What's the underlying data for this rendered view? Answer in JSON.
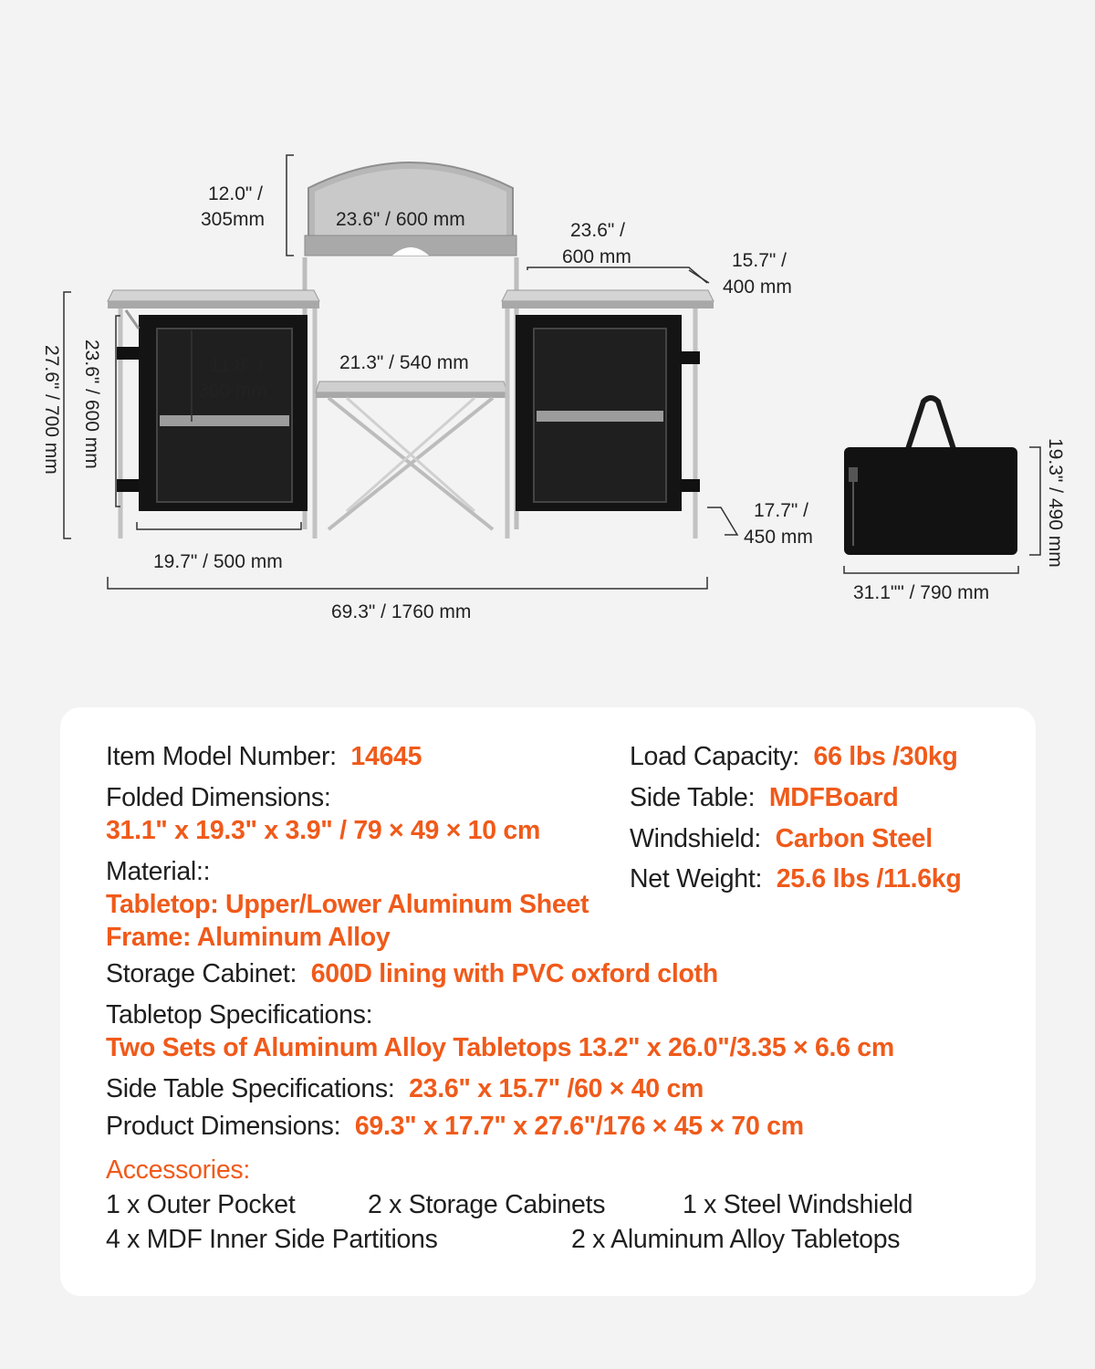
{
  "diagram": {
    "windshield_height": [
      "12.0\" /",
      "305mm"
    ],
    "windshield_width": "23.6\" / 600 mm",
    "side_table_width": [
      "23.6\" /",
      "600 mm"
    ],
    "side_table_depth": [
      "15.7\" /",
      "400 mm"
    ],
    "total_height": "27.6\" / 700 mm",
    "cabinet_height": "23.6\" / 600 mm",
    "shelf_height": [
      "11.8\" /",
      "300 mm"
    ],
    "center_table_width": "21.3\" / 540 mm",
    "cabinet_width": "19.7\" / 500 mm",
    "depth": [
      "17.7\" /",
      "450 mm"
    ],
    "total_width": "69.3\" / 1760 mm",
    "bag_width": "31.1\"\" / 790 mm",
    "bag_height": "19.3\" / 490 mm"
  },
  "specs": {
    "model_label": "Item Model Number:",
    "model_value": "14645",
    "folded_label": "Folded Dimensions:",
    "folded_value": "31.1\" x 19.3\" x 3.9\" / 79 × 49 × 10 cm",
    "material_label": "Material::",
    "material_value_1": "Tabletop: Upper/Lower Aluminum Sheet",
    "material_value_2": "Frame: Aluminum Alloy",
    "cabinet_label": "Storage Cabinet:",
    "cabinet_value": "600D lining with PVC oxford cloth",
    "tabletop_label": "Tabletop Specifications:",
    "tabletop_value": "Two Sets of Aluminum Alloy Tabletops 13.2\" x 26.0\"/3.35 × 6.6 cm",
    "sidetable_spec_label": "Side Table Specifications:",
    "sidetable_spec_value": "23.6\" x 15.7\" /60 × 40 cm",
    "product_dim_label": "Product Dimensions:",
    "product_dim_value": "69.3\" x 17.7\" x 27.6\"/176 × 45 × 70 cm",
    "load_label": "Load Capacity:",
    "load_value": "66 lbs /30kg",
    "side_table_label": "Side Table:",
    "side_table_value": "MDFBoard",
    "windshield_label": "Windshield:",
    "windshield_value": "Carbon Steel",
    "weight_label": "Net Weight:",
    "weight_value": "25.6 lbs /11.6kg"
  },
  "accessories": {
    "heading": "Accessories:",
    "items": [
      "1 x Outer Pocket",
      "2 x Storage Cabinets",
      "1 x Steel Windshield",
      "4 x MDF Inner Side Partitions",
      "2 x Aluminum Alloy Tabletops"
    ]
  },
  "colors": {
    "accent": "#f05a1a",
    "card": "#ffffff",
    "background": "#f3f3f3"
  }
}
